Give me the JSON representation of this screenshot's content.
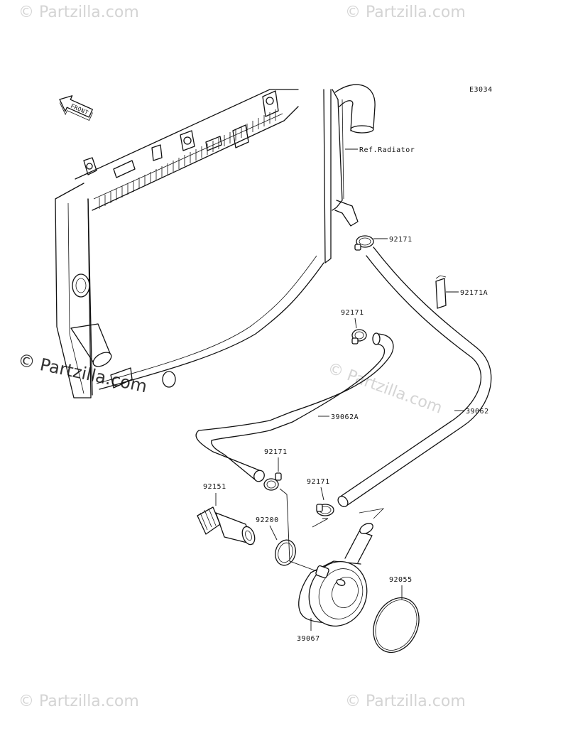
{
  "diagram_code": "E3034",
  "front_label": "FRONT",
  "ref_label": "Ref.Radiator",
  "watermark": "© Partzilla.com",
  "parts": {
    "clamp_top": "92171",
    "clip": "92171A",
    "clamp_mid": "92171",
    "hose_a": "39062A",
    "hose": "39062",
    "clamp_low": "92171",
    "clamp_right": "92171",
    "bolt": "92151",
    "oring_small": "92200",
    "oring_large": "92055",
    "oil_cooler": "39067"
  },
  "colors": {
    "line": "#111111",
    "watermark": "#d4d4d4"
  }
}
